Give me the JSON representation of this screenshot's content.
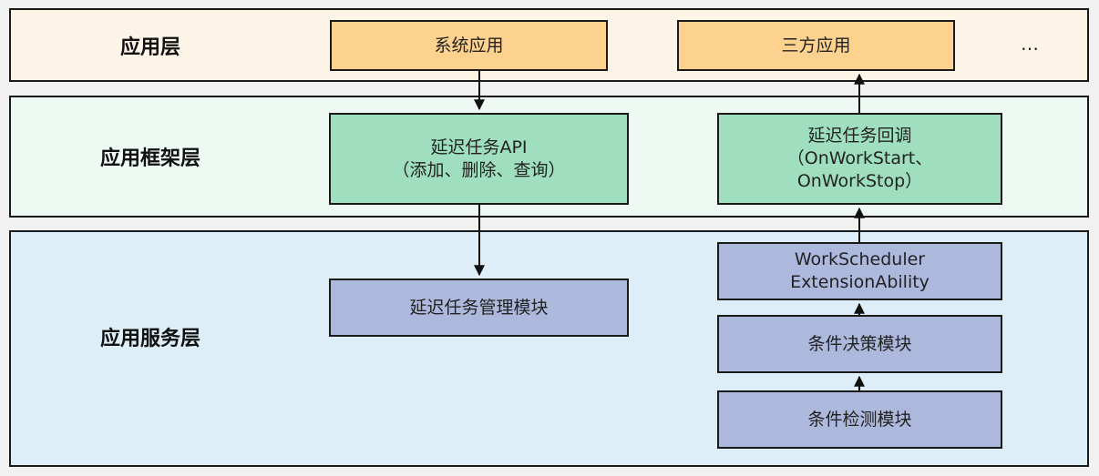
{
  "colors": {
    "app_layer_bg": "#fdf4e8",
    "framework_layer_bg": "#eef9f3",
    "service_layer_bg": "#ddeef9",
    "app_box": "#fdd28e",
    "framework_box": "#9fdfc0",
    "service_box": "#adb8dd"
  },
  "layers": {
    "app": {
      "label": "应用层"
    },
    "framework": {
      "label": "应用框架层"
    },
    "service": {
      "label": "应用服务层"
    }
  },
  "boxes": {
    "system_app": {
      "lines": [
        "系统应用"
      ]
    },
    "third_party_app": {
      "lines": [
        "三方应用"
      ]
    },
    "ellipsis": "…",
    "deferred_task_api": {
      "lines": [
        "延迟任务API",
        "（添加、删除、查询）"
      ]
    },
    "deferred_task_callback": {
      "lines": [
        "延迟任务回调",
        "（OnWorkStart、",
        "OnWorkStop）"
      ]
    },
    "deferred_task_manager": {
      "lines": [
        "延迟任务管理模块"
      ]
    },
    "work_scheduler_ability": {
      "lines": [
        "WorkScheduler",
        "ExtensionAbility"
      ]
    },
    "condition_decision": {
      "lines": [
        "条件决策模块"
      ]
    },
    "condition_detection": {
      "lines": [
        "条件检测模块"
      ]
    }
  }
}
